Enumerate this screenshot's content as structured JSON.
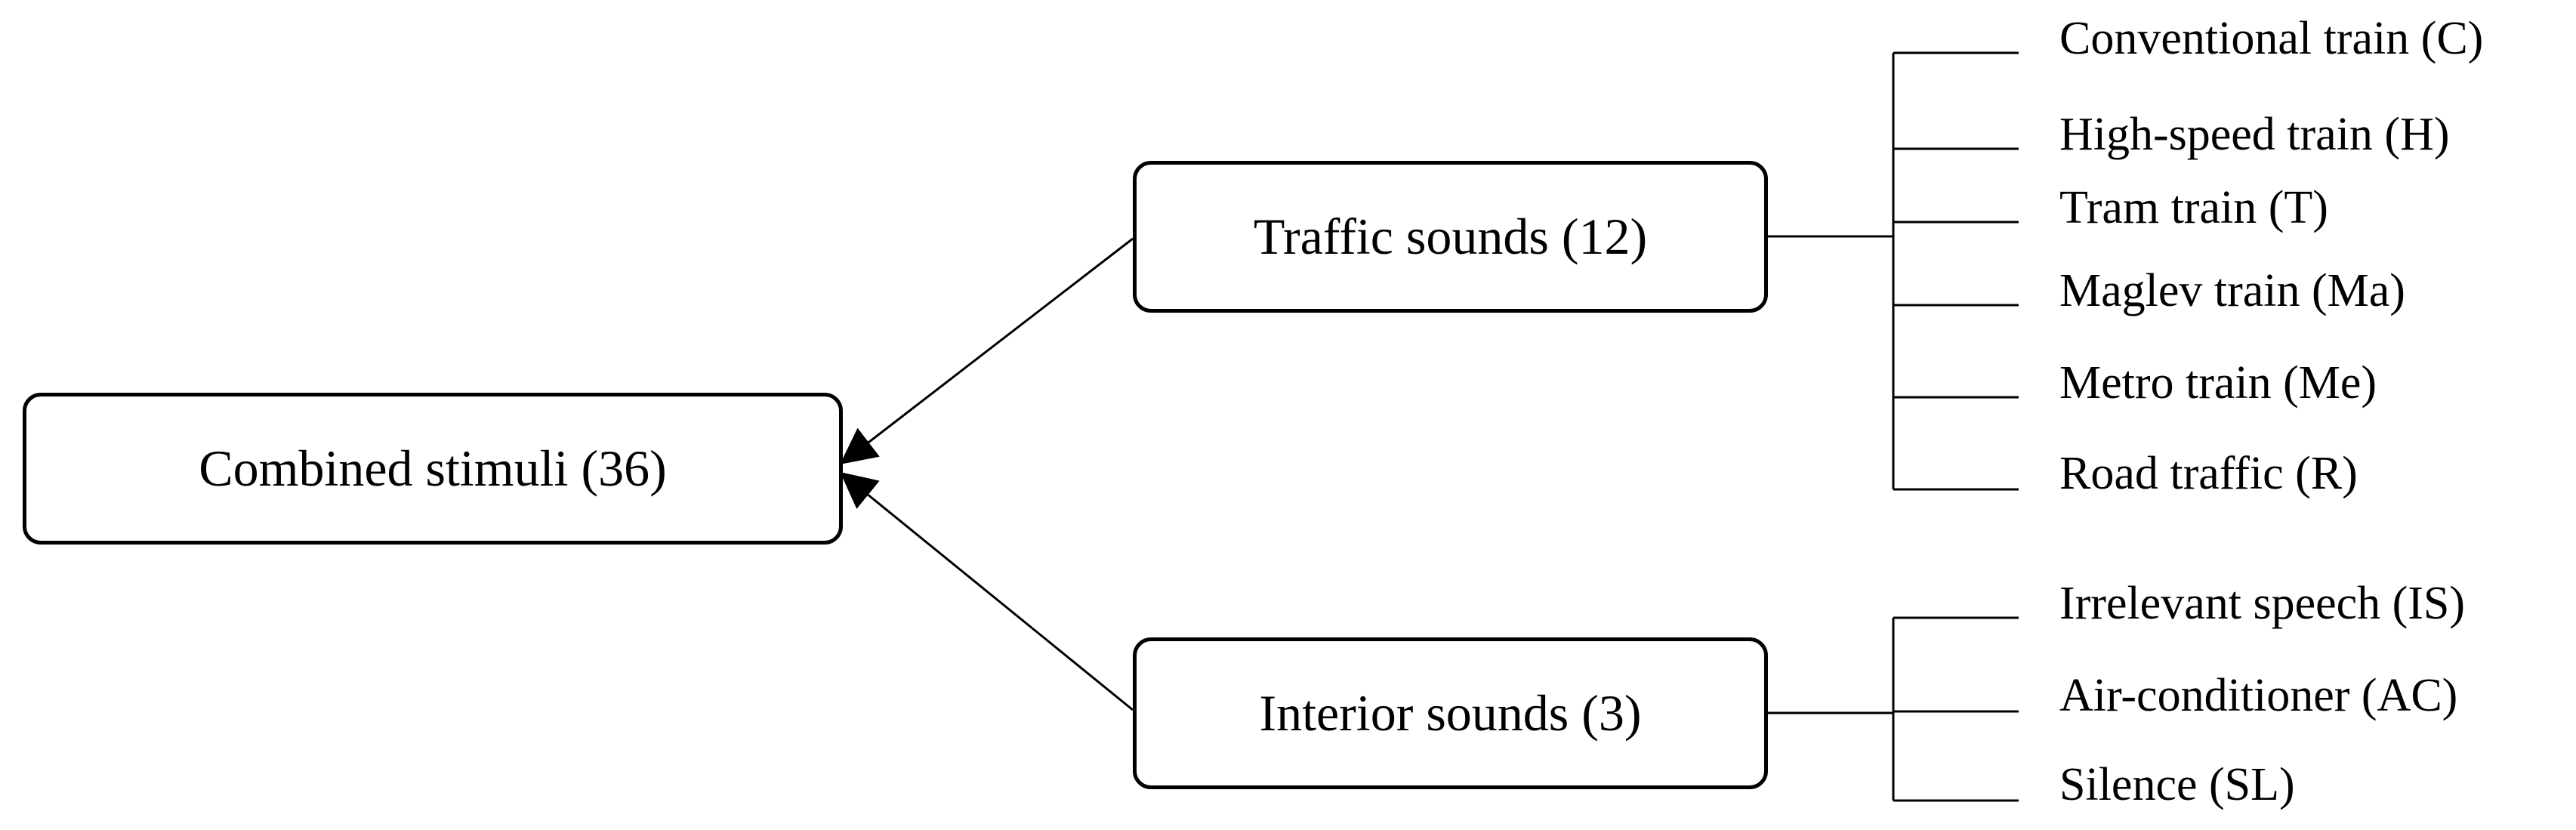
{
  "root": {
    "label": "Combined stimuli (36)"
  },
  "groups": [
    {
      "label": "Traffic sounds (12)",
      "items": [
        "Conventional train (C)",
        "High-speed train (H)",
        "Tram train (T)",
        "Maglev train (Ma)",
        "Metro train (Me)",
        "Road traffic (R)"
      ]
    },
    {
      "label": "Interior sounds (3)",
      "items": [
        "Irrelevant speech (IS)",
        "Air-conditioner (AC)",
        "Silence (SL)"
      ]
    }
  ]
}
